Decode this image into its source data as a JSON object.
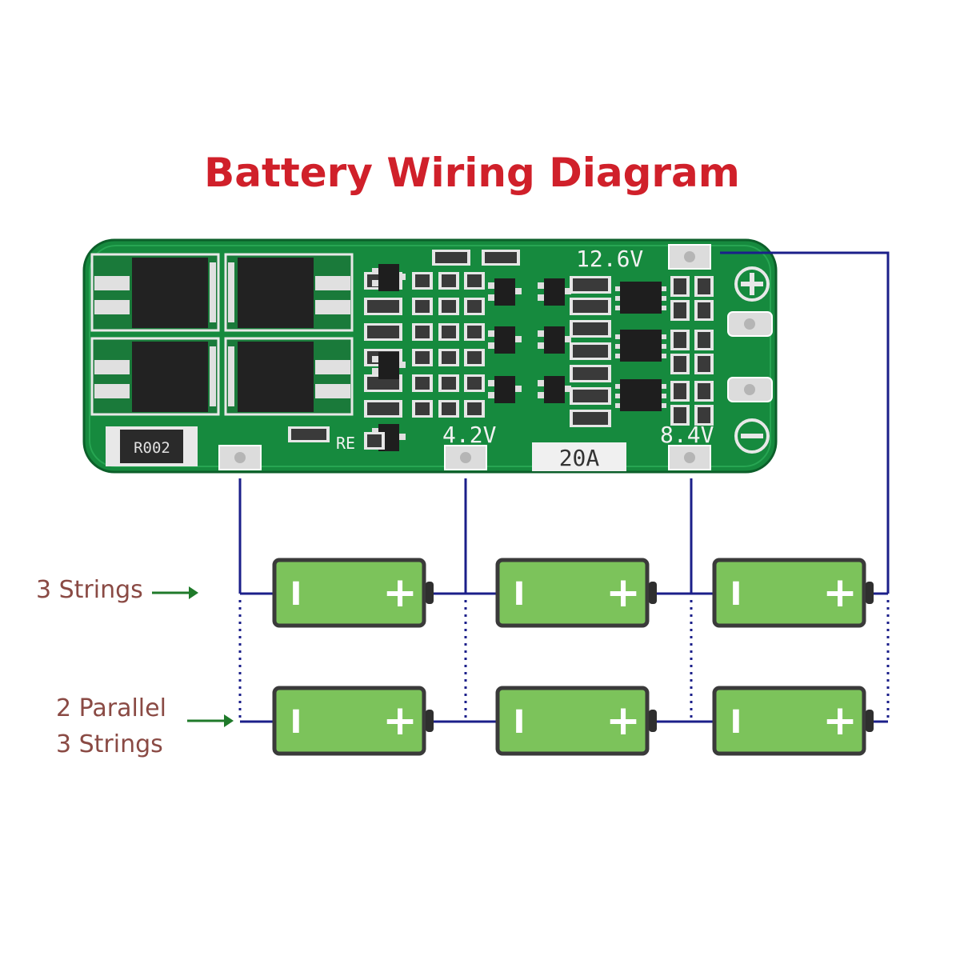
{
  "title": "Battery Wiring Diagram",
  "colors": {
    "title": "#d0202a",
    "pcb": "#168a3e",
    "pcb_dark": "#0c5f2a",
    "wire": "#1b1f8a",
    "battery_fill": "#7cc35b",
    "battery_stroke": "#3a3a3a",
    "label_text": "#8a4a44",
    "arrow": "#1f7a2a",
    "mosfet": "#222222"
  },
  "board": {
    "voltage_labels": {
      "v126": "12.6V",
      "v42": "4.2V",
      "v84": "8.4V"
    },
    "current_label": "20A",
    "shunt_label": "R002",
    "re_label": "RE",
    "plus_icon": "plus-circle-icon",
    "minus_icon": "minus-circle-icon"
  },
  "rows": {
    "row1_label": "3 Strings",
    "row2_label_line1": "2 Parallel",
    "row2_label_line2": "3 Strings"
  },
  "battery": {
    "minus_symbol": "I",
    "plus_symbol": "+"
  }
}
